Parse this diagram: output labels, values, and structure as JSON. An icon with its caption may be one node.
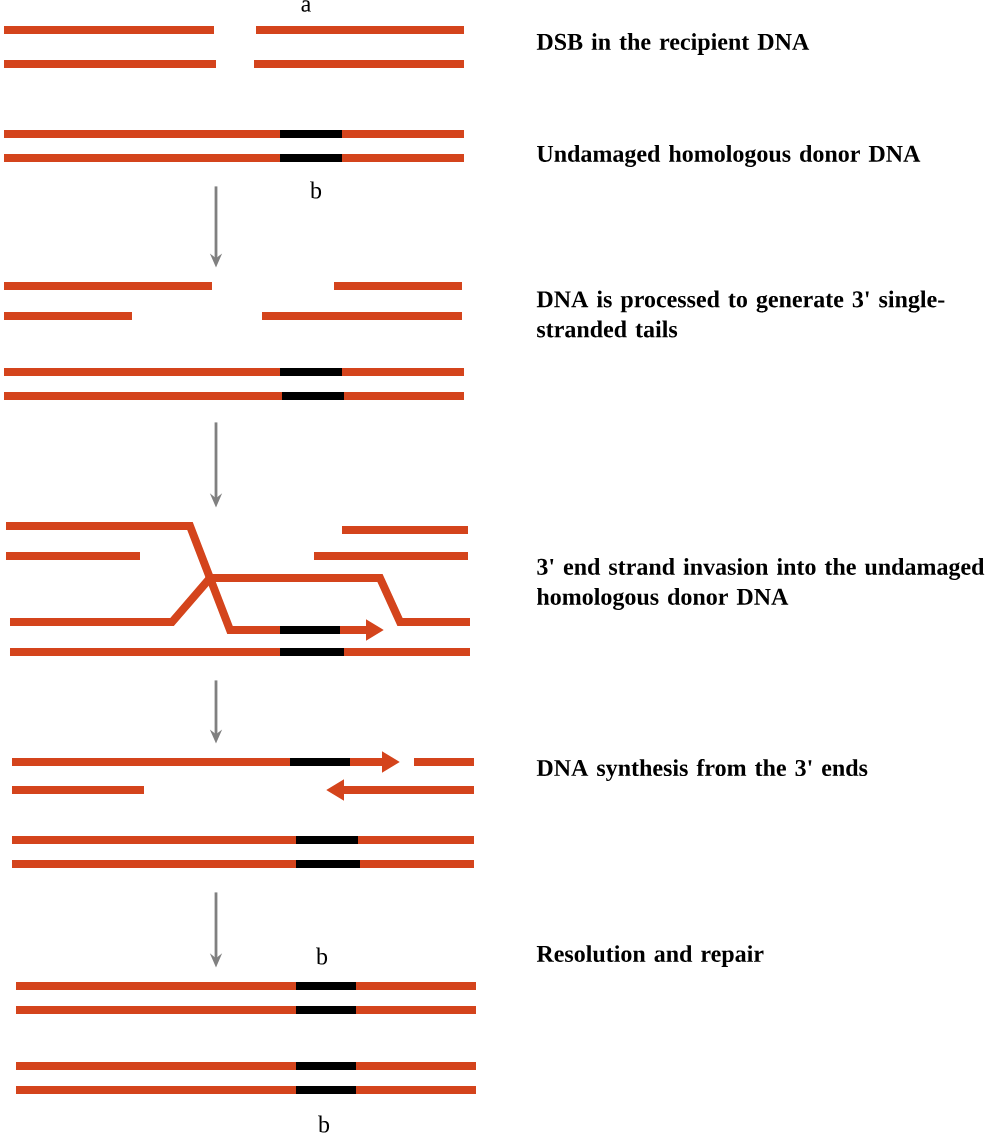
{
  "diagram": {
    "nodes": [
      {
        "text": [],
        "shape": "picture",
        "beside": [
          "DSB in the recipient DNA",
          "Undamaged homologous donor DNA"
        ]
      },
      {
        "text": [],
        "shape": "picture",
        "beside": [
          "DNA is processed to generate 3' single-stranded tails"
        ]
      },
      {
        "text": [],
        "shape": "picture",
        "beside": [
          "3' end strand invasion into the undamaged homologous donor DNA"
        ]
      },
      {
        "text": [],
        "shape": "picture",
        "beside": [
          "DNA synthesis from the 3' ends"
        ]
      },
      {
        "text": [],
        "shape": "picture",
        "beside": [
          "Resolution and repair"
        ]
      }
    ],
    "edges": [
      {
        "from": 0,
        "to": 1,
        "arrow": "to",
        "color": "#808080"
      },
      {
        "from": 1,
        "to": 2,
        "arrow": "to",
        "color": "#808080"
      },
      {
        "from": 2,
        "to": 3,
        "arrow": "to",
        "color": "#808080"
      },
      {
        "from": 3,
        "to": 4,
        "arrow": "to",
        "color": "#808080"
      }
    ],
    "labels": [
      "a",
      "b",
      "b",
      "b"
    ]
  }
}
